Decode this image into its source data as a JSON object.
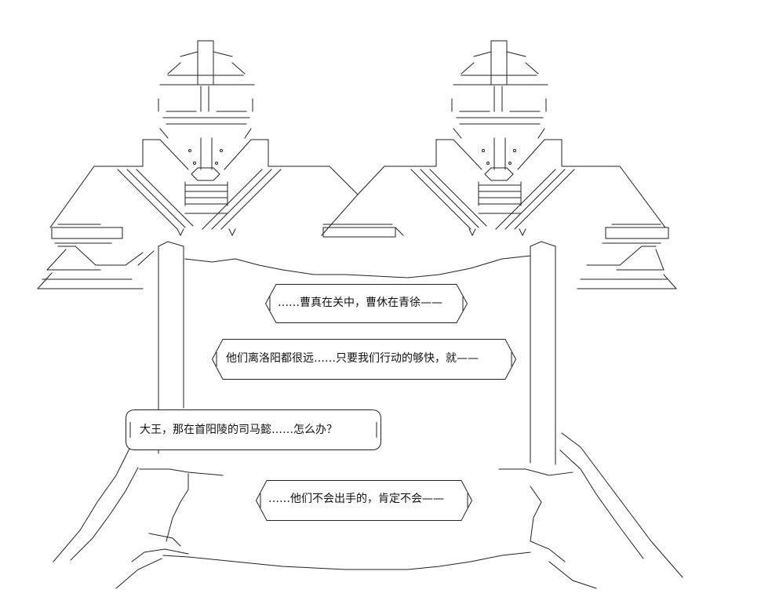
{
  "dialogue": [
    {
      "id": "line1",
      "text": "……曹真在关中，曹休在青徐——"
    },
    {
      "id": "line2",
      "text": "他们离洛阳都很远……只要我们行动的够快，就——"
    },
    {
      "id": "line3",
      "text": "大王，那在首阳陵的司马懿……怎么办？"
    },
    {
      "id": "line4",
      "text": "……他们不会出手的，肯定不会——"
    }
  ],
  "colors": {
    "ink": "#222222",
    "paper": "#ffffff"
  },
  "figures": [
    "left-armored-figure",
    "right-armored-figure"
  ]
}
